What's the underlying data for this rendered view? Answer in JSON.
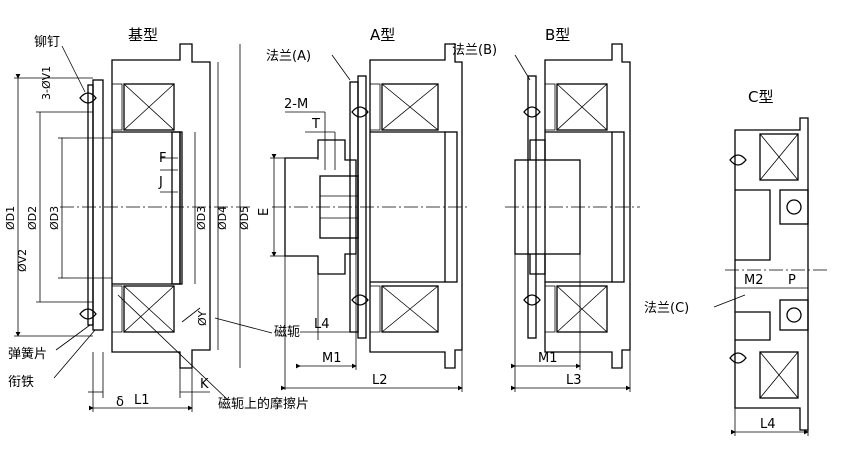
{
  "labels": {
    "basic_type": "基型",
    "type_a": "A型",
    "type_b": "B型",
    "type_c": "C型",
    "rivet": "铆钉",
    "spring_plate": "弹簧片",
    "armature": "衔铁",
    "magnet_yoke": "磁轭",
    "friction_plate": "磁轭上的摩擦片",
    "flange_a": "法兰(A)",
    "flange_b": "法兰(B)",
    "flange_c": "法兰(C)"
  },
  "dims": {
    "three_phi_v1": "3-ØV1",
    "phi_d1": "ØD1",
    "phi_d2": "ØD2",
    "phi_d3": "ØD3",
    "phi_v2": "ØV2",
    "phi_d3_right": "ØD3",
    "phi_d4": "ØD4",
    "phi_d5": "ØD5",
    "phi_y": "ØY",
    "f": "F",
    "j": "J",
    "delta": "δ",
    "l1": "L1",
    "k": "K",
    "two_m": "2-M",
    "t": "T",
    "e": "E",
    "l4": "L4",
    "m1": "M1",
    "l2": "L2",
    "l3": "L3",
    "m2": "M2",
    "p": "P"
  }
}
